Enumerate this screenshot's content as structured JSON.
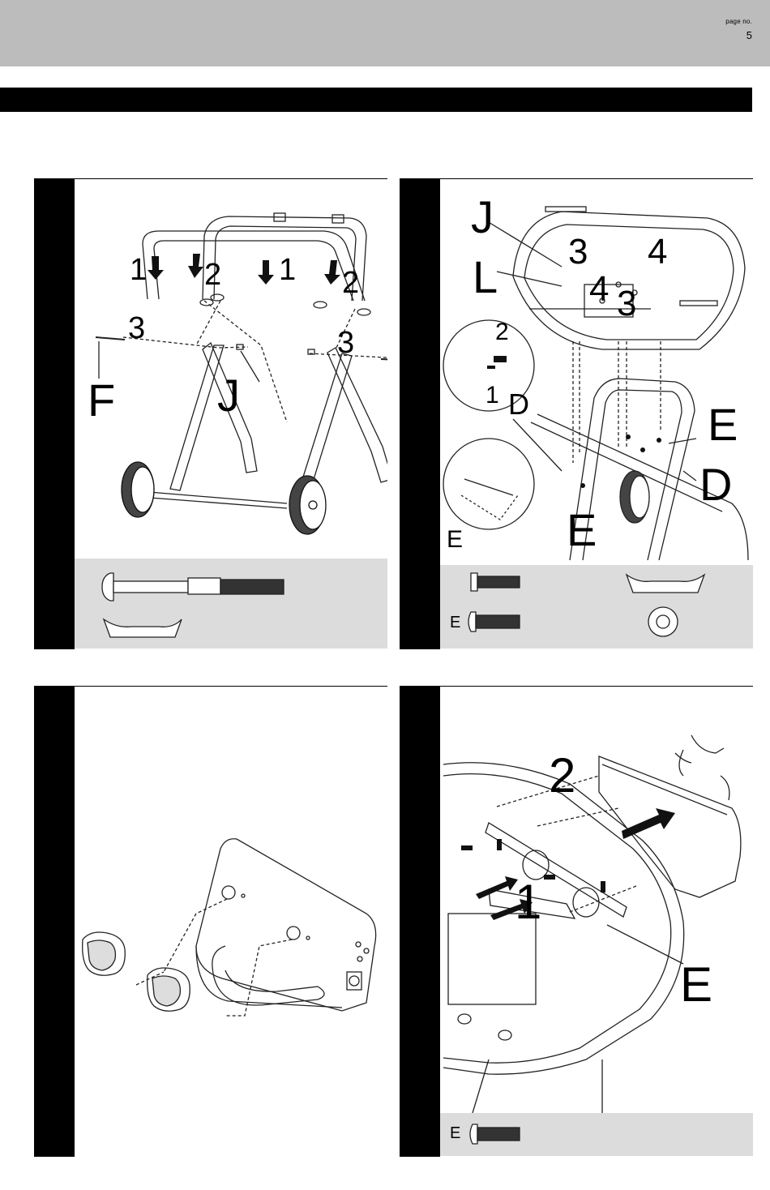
{
  "header": {
    "page_no_label": "page no.",
    "page_no_value": "5"
  },
  "panel1": {
    "callouts": {
      "step1a": "1",
      "step2a": "2",
      "step1b": "1",
      "step2b": "2",
      "step3a": "3",
      "step3b": "3",
      "F": "F",
      "J": "J"
    }
  },
  "panel2": {
    "callouts": {
      "J": "J",
      "L": "L",
      "n3a": "3",
      "n4a": "4",
      "n4b": "4",
      "n3b": "3",
      "inset2": "2",
      "inset1": "1",
      "D1": "D",
      "E1": "E",
      "D2": "D",
      "E2": "E",
      "E3": "E"
    },
    "parts": {
      "E": "E"
    }
  },
  "panel4": {
    "callouts": {
      "n2": "2",
      "n1": "1",
      "E": "E"
    },
    "parts": {
      "E": "E"
    }
  },
  "colors": {
    "header_band": "#bcbcbc",
    "parts_box": "#dcdcdc",
    "bar": "#000000"
  }
}
